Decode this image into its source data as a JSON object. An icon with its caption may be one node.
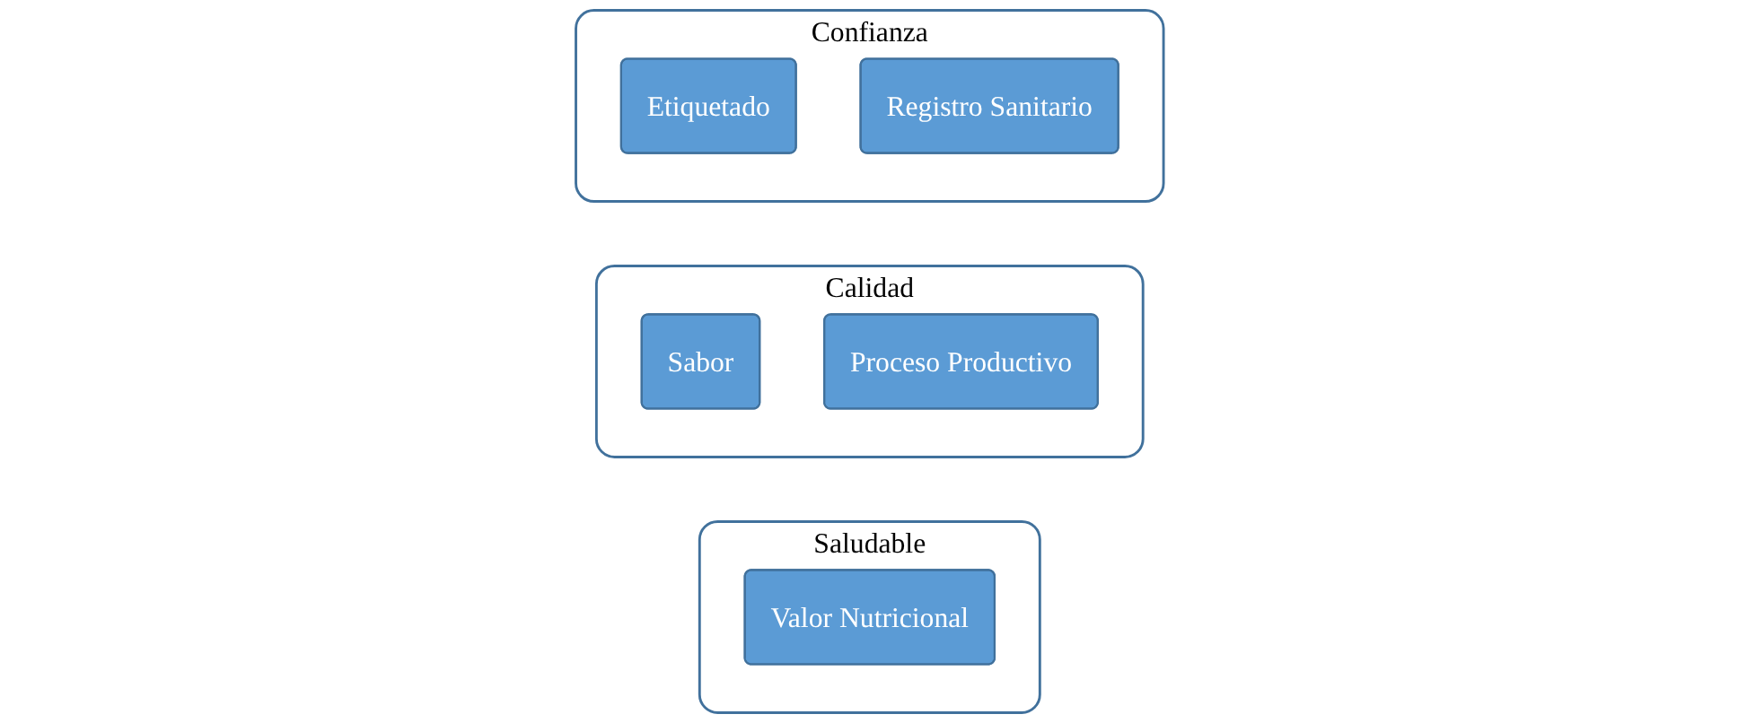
{
  "diagram": {
    "nodes": [
      {
        "text": [
          "Saludable"
        ]
      },
      {
        "text": [
          "Valor Nutricional"
        ],
        "in": 0
      },
      {
        "text": [
          "Calidad"
        ]
      },
      {
        "text": [
          "Sabor"
        ],
        "in": 2
      },
      {
        "text": [
          "Proceso Productivo"
        ],
        "in": 2
      },
      {
        "text": [
          "Confianza"
        ]
      },
      {
        "text": [
          "Etiquetado"
        ],
        "in": 5
      },
      {
        "text": [
          "Registro Sanitario"
        ],
        "in": 5
      }
    ],
    "edges": []
  }
}
